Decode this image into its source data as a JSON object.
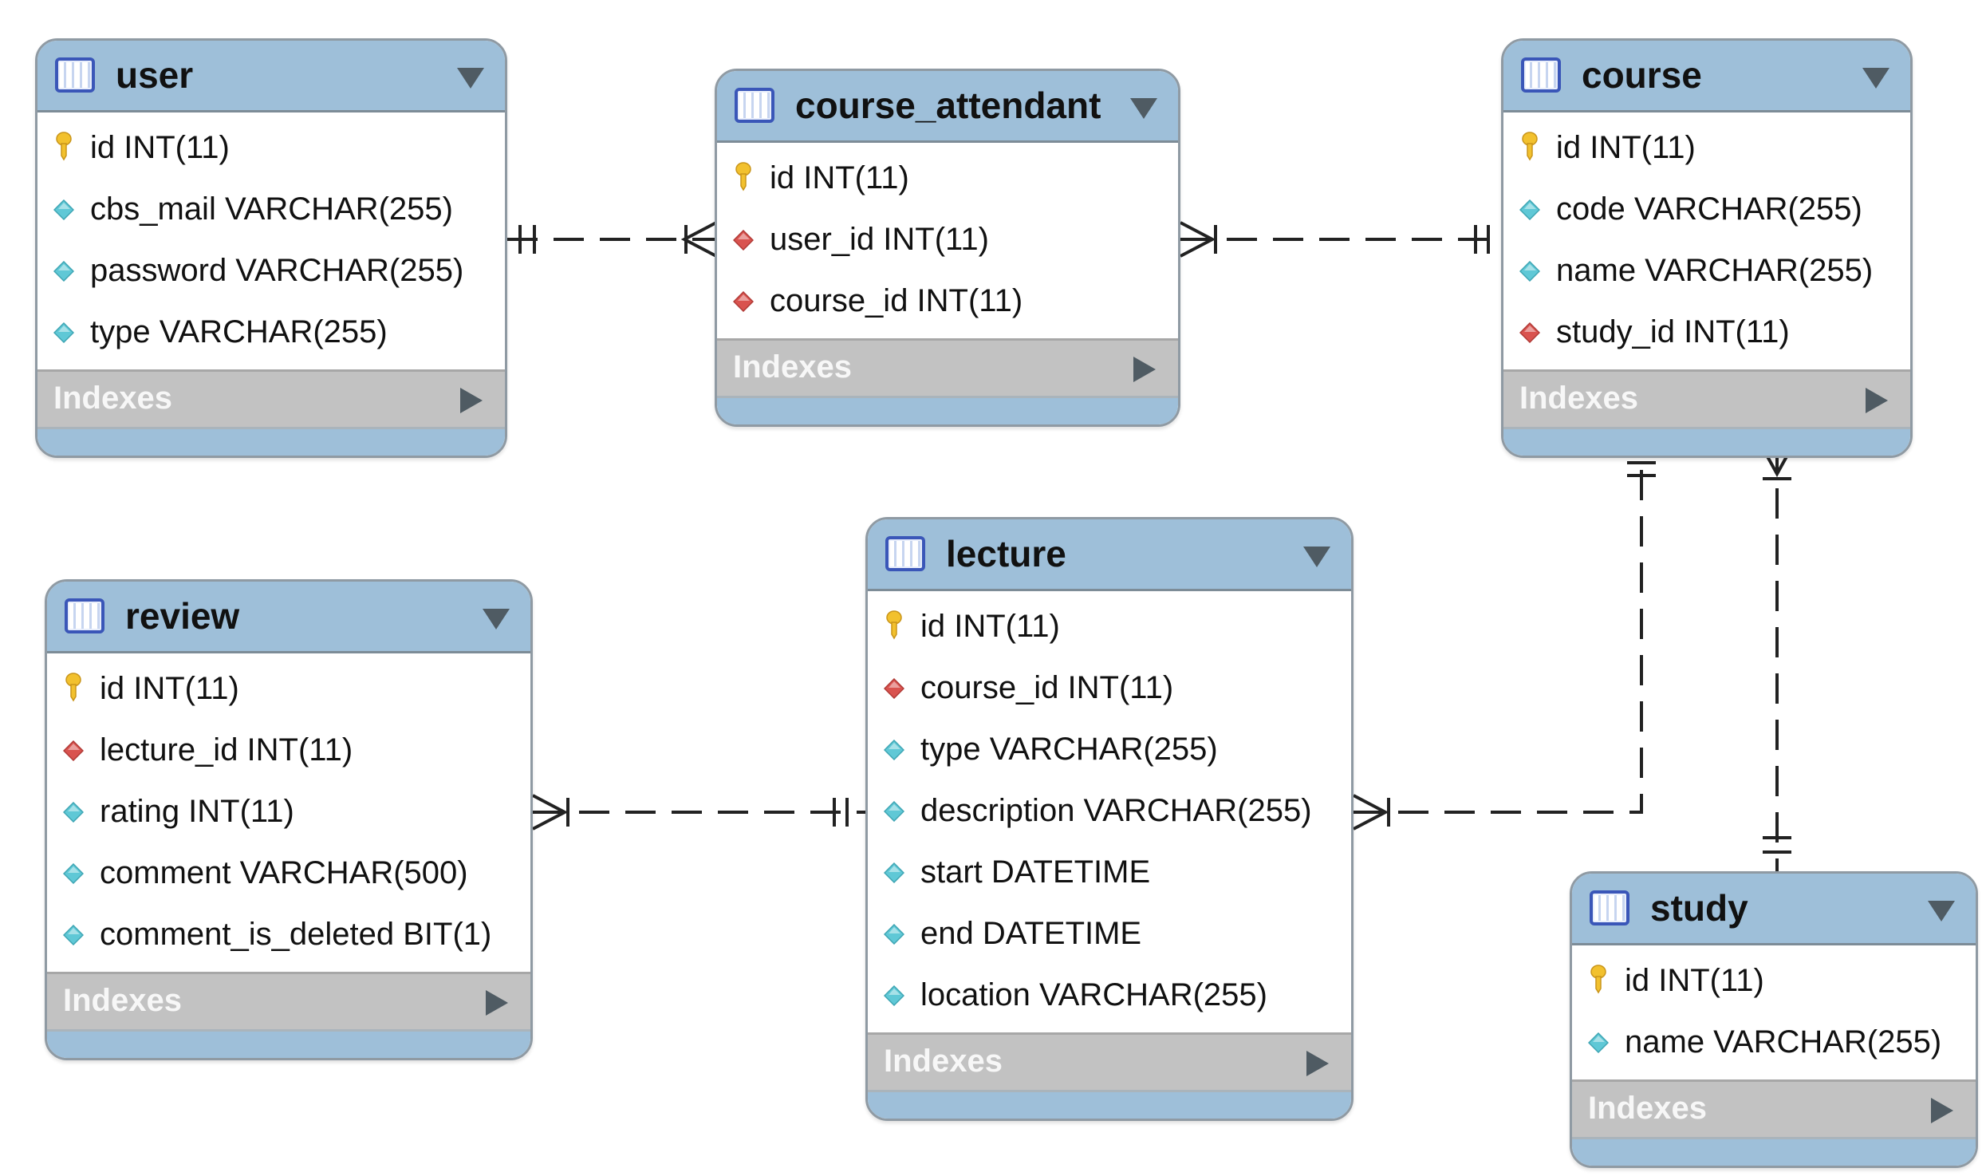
{
  "tables": {
    "user": {
      "name": "user",
      "columns": [
        {
          "kind": "pk",
          "text": "id INT(11)"
        },
        {
          "kind": "col",
          "text": "cbs_mail VARCHAR(255)"
        },
        {
          "kind": "col",
          "text": "password VARCHAR(255)"
        },
        {
          "kind": "col",
          "text": "type VARCHAR(255)"
        }
      ],
      "indexes_label": "Indexes"
    },
    "course_attendant": {
      "name": "course_attendant",
      "columns": [
        {
          "kind": "pk",
          "text": "id INT(11)"
        },
        {
          "kind": "fk",
          "text": "user_id INT(11)"
        },
        {
          "kind": "fk",
          "text": "course_id INT(11)"
        }
      ],
      "indexes_label": "Indexes"
    },
    "course": {
      "name": "course",
      "columns": [
        {
          "kind": "pk",
          "text": "id INT(11)"
        },
        {
          "kind": "col",
          "text": "code VARCHAR(255)"
        },
        {
          "kind": "col",
          "text": "name VARCHAR(255)"
        },
        {
          "kind": "fk",
          "text": "study_id INT(11)"
        }
      ],
      "indexes_label": "Indexes"
    },
    "review": {
      "name": "review",
      "columns": [
        {
          "kind": "pk",
          "text": "id INT(11)"
        },
        {
          "kind": "fk",
          "text": "lecture_id INT(11)"
        },
        {
          "kind": "col",
          "text": "rating INT(11)"
        },
        {
          "kind": "col",
          "text": "comment VARCHAR(500)"
        },
        {
          "kind": "col",
          "text": "comment_is_deleted BIT(1)"
        }
      ],
      "indexes_label": "Indexes"
    },
    "lecture": {
      "name": "lecture",
      "columns": [
        {
          "kind": "pk",
          "text": "id INT(11)"
        },
        {
          "kind": "fk",
          "text": "course_id INT(11)"
        },
        {
          "kind": "col",
          "text": "type VARCHAR(255)"
        },
        {
          "kind": "col",
          "text": "description VARCHAR(255)"
        },
        {
          "kind": "col",
          "text": "start DATETIME"
        },
        {
          "kind": "col",
          "text": "end DATETIME"
        },
        {
          "kind": "col",
          "text": "location VARCHAR(255)"
        }
      ],
      "indexes_label": "Indexes"
    },
    "study": {
      "name": "study",
      "columns": [
        {
          "kind": "pk",
          "text": "id INT(11)"
        },
        {
          "kind": "col",
          "text": "name VARCHAR(255)"
        }
      ],
      "indexes_label": "Indexes"
    }
  },
  "relationships": [
    {
      "from": "user",
      "from_end": "one-and-only-one",
      "to": "course_attendant",
      "to_end": "one-or-many"
    },
    {
      "from": "course_attendant",
      "from_end": "one-or-many",
      "to": "course",
      "to_end": "one-and-only-one"
    },
    {
      "from": "review",
      "from_end": "one-or-many",
      "to": "lecture",
      "to_end": "one-and-only-one"
    },
    {
      "from": "lecture",
      "from_end": "one-or-many",
      "to": "course",
      "to_end": "one-and-only-one"
    },
    {
      "from": "course",
      "from_end": "one-or-many",
      "to": "study",
      "to_end": "one-and-only-one"
    }
  ],
  "colors": {
    "header": "#9ebfd9",
    "indexes_bar": "#c2c2c2",
    "primary_key_icon": "#f2c12e",
    "foreign_key_icon": "#d9534f",
    "column_icon": "#5fc8d6",
    "connector": "#222222"
  }
}
